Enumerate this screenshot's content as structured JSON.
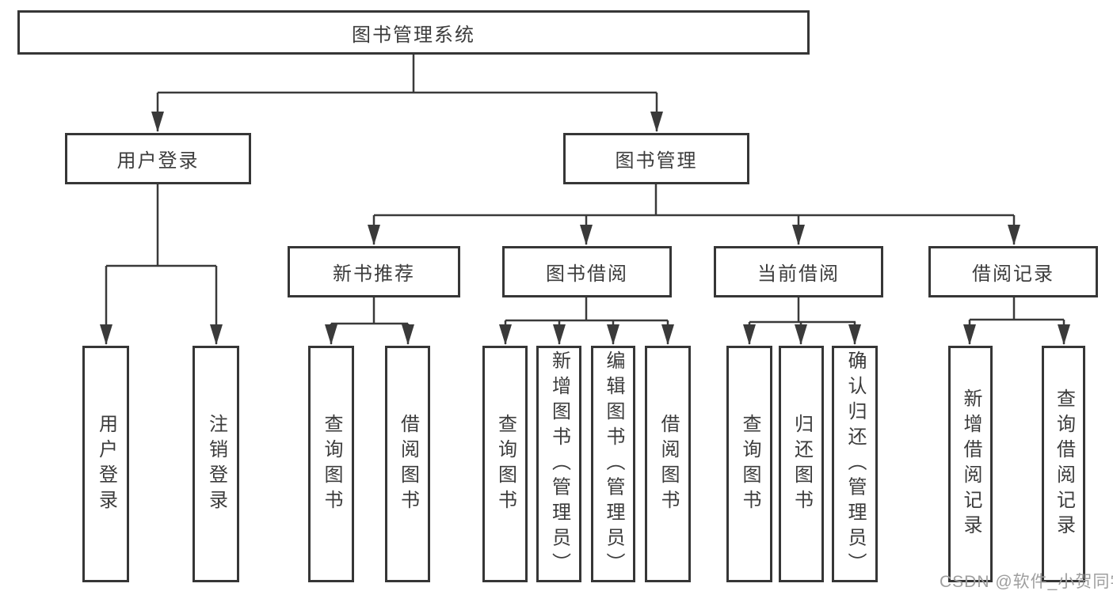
{
  "diagram": {
    "root": {
      "label": "图书管理系统"
    },
    "branches": [
      {
        "label": "用户登录",
        "children": [
          {
            "label": "用户登录"
          },
          {
            "label": "注销登录"
          }
        ]
      },
      {
        "label": "图书管理",
        "children": [
          {
            "label": "新书推荐",
            "children": [
              {
                "label": "查询图书"
              },
              {
                "label": "借阅图书"
              }
            ]
          },
          {
            "label": "图书借阅",
            "children": [
              {
                "label": "查询图书"
              },
              {
                "label": "新增图书（管理员）"
              },
              {
                "label": "编辑图书（管理员）"
              },
              {
                "label": "借阅图书"
              }
            ]
          },
          {
            "label": "当前借阅",
            "children": [
              {
                "label": "查询图书"
              },
              {
                "label": "归还图书"
              },
              {
                "label": "确认归还（管理员）"
              }
            ]
          },
          {
            "label": "借阅记录",
            "children": [
              {
                "label": "新增借阅记录"
              },
              {
                "label": "查询借阅记录"
              }
            ]
          }
        ]
      }
    ]
  },
  "watermark": {
    "text": "CSDN @软件_小贺同学"
  },
  "colors": {
    "line": "#3a3a3a",
    "border": "#363636",
    "text": "#3c3c3c",
    "watermark": "#9e9e9e",
    "background": "#ffffff"
  }
}
